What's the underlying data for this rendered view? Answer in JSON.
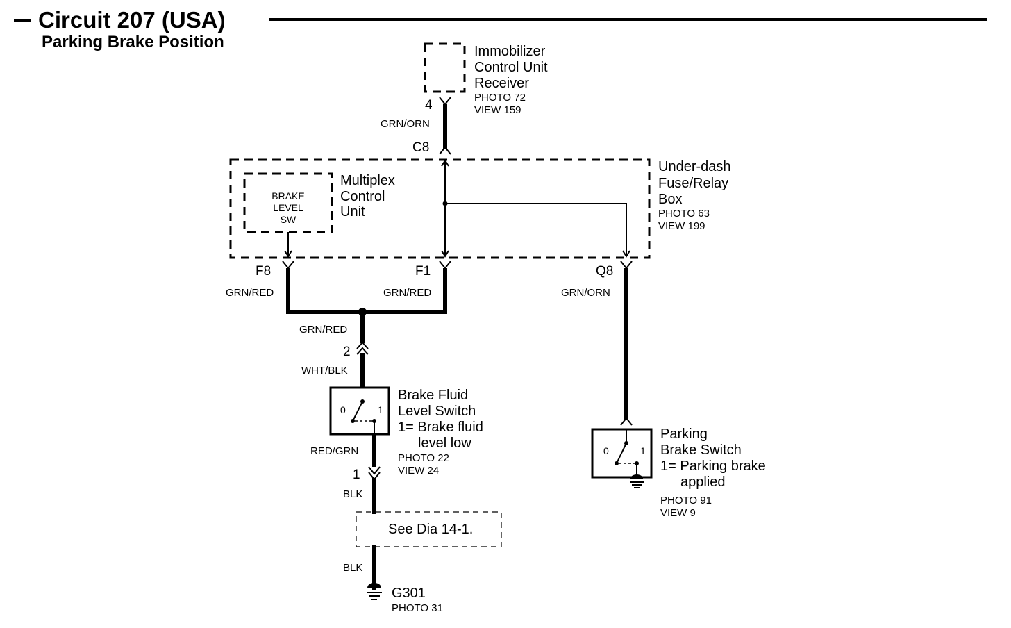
{
  "header": {
    "title": "Circuit 207 (USA)",
    "subtitle": "Parking Brake Position"
  },
  "components": {
    "immobilizer": {
      "name_lines": [
        "Immobilizer",
        "Control Unit",
        "Receiver"
      ],
      "photo": "PHOTO 72",
      "view": "VIEW 159"
    },
    "underdash": {
      "name_lines": [
        "Under-dash",
        "Fuse/Relay",
        "Box"
      ],
      "photo": "PHOTO 63",
      "view": "VIEW 199"
    },
    "multiplex": {
      "name_lines": [
        "Multiplex",
        "Control",
        "Unit"
      ]
    },
    "brake_level_sw": {
      "lines": [
        "BRAKE",
        "LEVEL",
        "SW"
      ]
    },
    "brake_fluid_switch": {
      "name_lines": [
        "Brake Fluid",
        "Level Switch",
        "1= Brake fluid",
        "level low"
      ],
      "photo": "PHOTO 22",
      "view": "VIEW 24",
      "pos0": "0",
      "pos1": "1"
    },
    "parking_brake_switch": {
      "name_lines": [
        "Parking",
        "Brake Switch",
        "1= Parking brake",
        "applied"
      ],
      "photo": "PHOTO 91",
      "view": "VIEW 9",
      "pos0": "0",
      "pos1": "1"
    },
    "ground": {
      "name": "G301",
      "photo": "PHOTO 31"
    },
    "reference": {
      "text": "See Dia 14-1."
    }
  },
  "connectors": {
    "pin4": "4",
    "c8": "C8",
    "f8": "F8",
    "f1": "F1",
    "q8": "Q8",
    "pin2": "2",
    "pin1": "1"
  },
  "wires": {
    "top": "GRN/ORN",
    "f8": "GRN/RED",
    "f1": "GRN/RED",
    "q8": "GRN/ORN",
    "splice": "GRN/RED",
    "switch_in": "WHT/BLK",
    "switch_out": "RED/GRN",
    "ground_upper": "BLK",
    "ground_lower": "BLK"
  }
}
